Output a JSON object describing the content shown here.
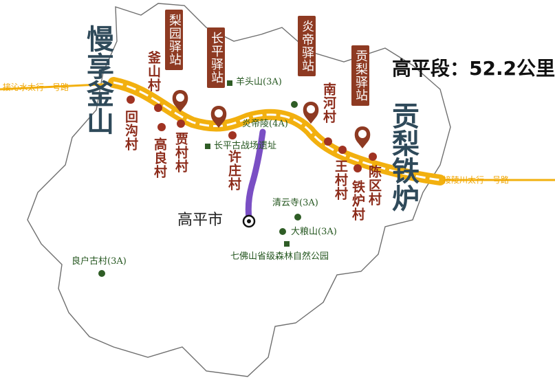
{
  "title_left": "慢享釜山",
  "title_right": "贡梨铁炉",
  "distance": "高平段：52.2公里",
  "city": "高平市",
  "roads": {
    "left": "接沁水太行一号路",
    "right": "接陵川太行一号路"
  },
  "stations": [
    "梨园驿站",
    "长平驿站",
    "炎帝驿站",
    "贡梨驿站"
  ],
  "villages": [
    "釜山村",
    "回沟村",
    "高良村",
    "贾村村",
    "许庄村",
    "南河村",
    "王村村",
    "铁炉村",
    "陈区村"
  ],
  "scenic": [
    "羊头山(3A)",
    "炎帝陵(4A)",
    "长平古战场遗址",
    "清云寺(3A)",
    "大粮山(3A)",
    "七佛山省级森林自然公园",
    "良户古村(3A)"
  ],
  "colors": {
    "route": "#f2b00f",
    "village_dot": "#a03322",
    "station_pin": "#8e3a22",
    "scenic_dot": "#2f5d26",
    "river": "#7a4fc4",
    "title": "#2f4a5a"
  }
}
